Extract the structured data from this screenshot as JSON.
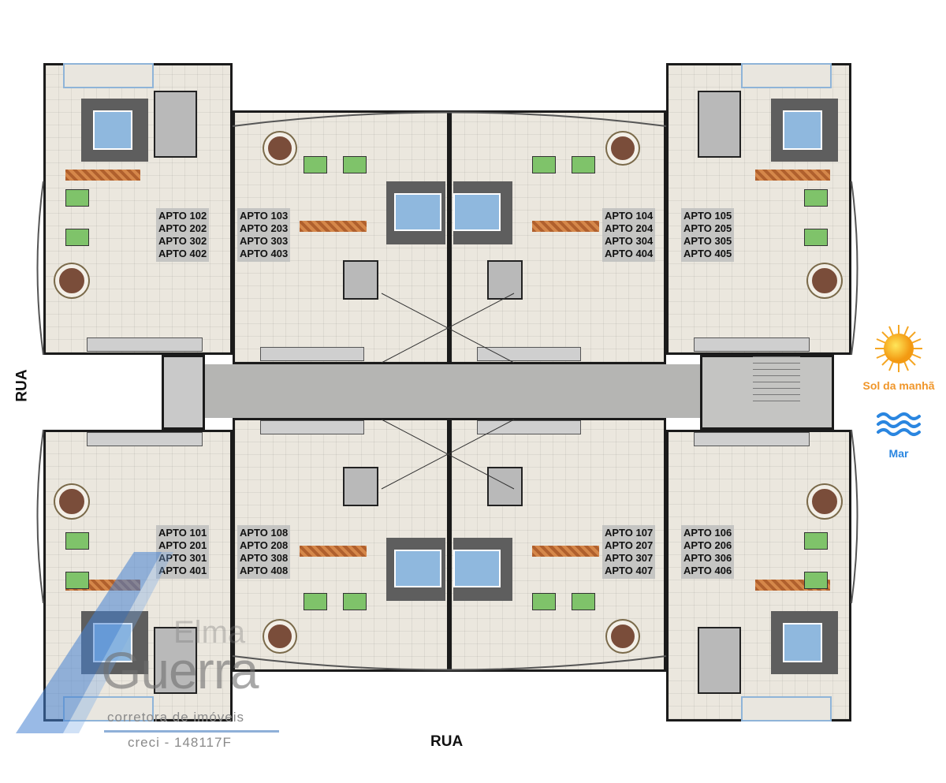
{
  "apartments": [
    {
      "id": "tl",
      "lines": [
        "APTO 102",
        "APTO 202",
        "APTO 302",
        "APTO 402"
      ]
    },
    {
      "id": "tcl",
      "lines": [
        "APTO 103",
        "APTO 203",
        "APTO 303",
        "APTO 403"
      ]
    },
    {
      "id": "tcr",
      "lines": [
        "APTO 104",
        "APTO 204",
        "APTO 304",
        "APTO 404"
      ]
    },
    {
      "id": "tr",
      "lines": [
        "APTO 105",
        "APTO 205",
        "APTO 305",
        "APTO 405"
      ]
    },
    {
      "id": "bl",
      "lines": [
        "APTO 101",
        "APTO 201",
        "APTO 301",
        "APTO 401"
      ]
    },
    {
      "id": "bcl",
      "lines": [
        "APTO 108",
        "APTO 208",
        "APTO 308",
        "APTO 408"
      ]
    },
    {
      "id": "bcr",
      "lines": [
        "APTO 107",
        "APTO 207",
        "APTO 307",
        "APTO 407"
      ]
    },
    {
      "id": "br",
      "lines": [
        "APTO 106",
        "APTO 206",
        "APTO 306",
        "APTO 406"
      ]
    }
  ],
  "streets": {
    "left": "RUA",
    "bottom": "RUA"
  },
  "legend": {
    "sun": {
      "icon": "sun-icon",
      "label": "Sol da manhã",
      "color": "#f0962a"
    },
    "sea": {
      "icon": "waves-icon",
      "label": "Mar",
      "color": "#2a86e0"
    }
  },
  "watermark": {
    "name_top": "Elma",
    "name": "Guerra",
    "tagline": "corretora de imóveis",
    "creci": "creci - 148117F"
  },
  "colors": {
    "floor": "#ebe7de",
    "wall": "#1b1b1b",
    "corridor": "#b5b5b3",
    "bed": "#8fb8de",
    "accent_wood": "#c06a32"
  }
}
